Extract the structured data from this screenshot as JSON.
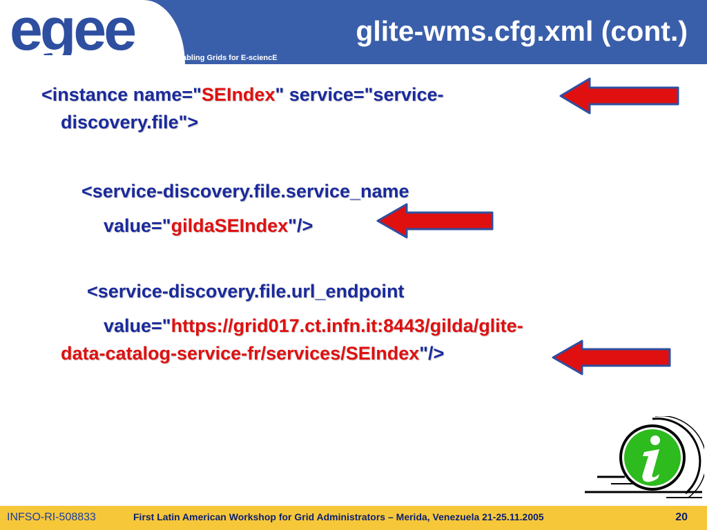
{
  "header": {
    "logo_text": "egee",
    "tagline": "Enabling Grids for E-sciencE",
    "title": "glite-wms.cfg.xml (cont.)"
  },
  "content": {
    "l1_a": "<instance name=\"",
    "l1_red": "SEIndex",
    "l1_b": "\" service=\"service-",
    "l2": "discovery.file\">",
    "l3": "<service-discovery.file.service_name",
    "l4_a": "value=\"",
    "l4_red": "gildaSEIndex",
    "l4_b": "\"/>",
    "l5": "<service-discovery.file.url_endpoint",
    "l6_a": "value=\"",
    "l6_red": "https://grid017.ct.infn.it:8443/gilda/glite-",
    "l7_red": "data-catalog-service-fr/services/SEIndex",
    "l7_b": "\"/>"
  },
  "footer": {
    "id": "INFSO-RI-508833",
    "workshop": "First Latin American Workshop for Grid Administrators – Merida, Venezuela 21-25.11.2005",
    "page_number": "20"
  },
  "colors": {
    "header_blue": "#3a5faa",
    "text_blue": "#1a2a9c",
    "highlight_red": "#e01010",
    "footer_yellow": "#f7c73a"
  },
  "icons": [
    "arrow-left-icon",
    "info-icon"
  ]
}
